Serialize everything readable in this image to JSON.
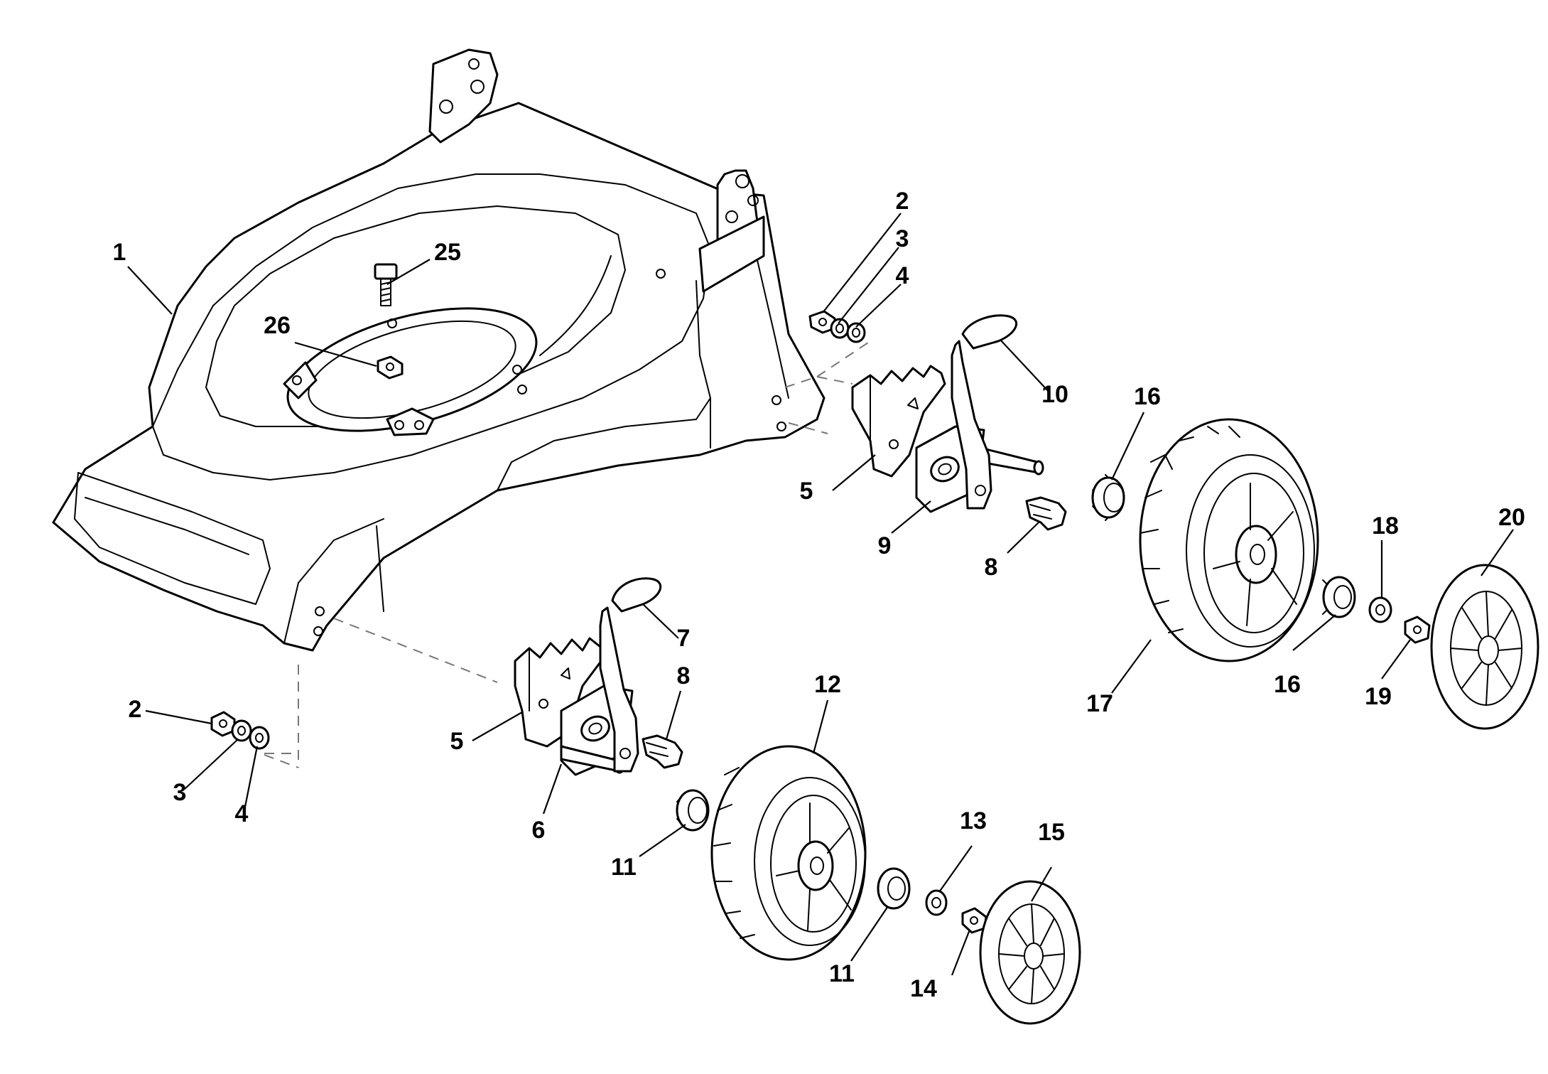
{
  "callouts": [
    {
      "id": "c1",
      "text": "1"
    },
    {
      "id": "c25",
      "text": "25"
    },
    {
      "id": "c26",
      "text": "26"
    },
    {
      "id": "c2a",
      "text": "2"
    },
    {
      "id": "c3a",
      "text": "3"
    },
    {
      "id": "c4a",
      "text": "4"
    },
    {
      "id": "c10",
      "text": "10"
    },
    {
      "id": "c5a",
      "text": "5"
    },
    {
      "id": "c9",
      "text": "9"
    },
    {
      "id": "c8a",
      "text": "8"
    },
    {
      "id": "c16a",
      "text": "16"
    },
    {
      "id": "c18",
      "text": "18"
    },
    {
      "id": "c20",
      "text": "20"
    },
    {
      "id": "c17",
      "text": "17"
    },
    {
      "id": "c16b",
      "text": "16"
    },
    {
      "id": "c19",
      "text": "19"
    },
    {
      "id": "c7",
      "text": "7"
    },
    {
      "id": "c8b",
      "text": "8"
    },
    {
      "id": "c12",
      "text": "12"
    },
    {
      "id": "c2b",
      "text": "2"
    },
    {
      "id": "c3b",
      "text": "3"
    },
    {
      "id": "c4b",
      "text": "4"
    },
    {
      "id": "c5b",
      "text": "5"
    },
    {
      "id": "c6",
      "text": "6"
    },
    {
      "id": "c11a",
      "text": "11"
    },
    {
      "id": "c13",
      "text": "13"
    },
    {
      "id": "c15",
      "text": "15"
    },
    {
      "id": "c11b",
      "text": "11"
    },
    {
      "id": "c14",
      "text": "14"
    }
  ]
}
